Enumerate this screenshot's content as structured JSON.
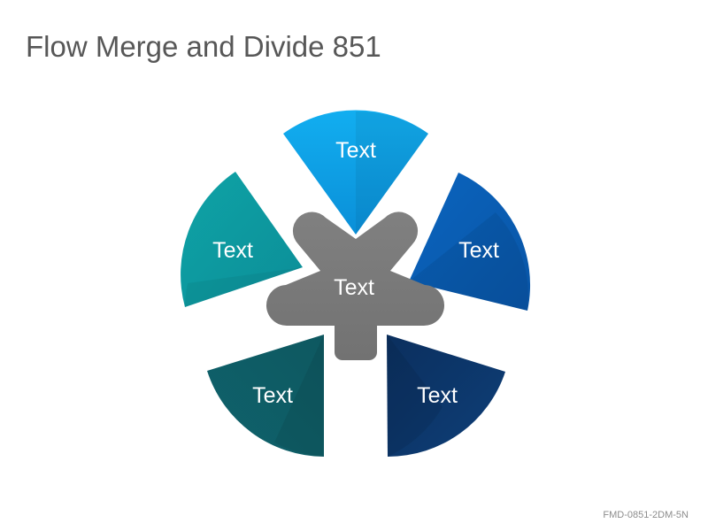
{
  "title": "Flow Merge and Divide 851",
  "footer_code": "FMD-0851-2DM-5N",
  "colors": {
    "top": "#0ea5e9",
    "right": "#0a5fb4",
    "bottom_right": "#0d3d73",
    "bottom_left": "#0f5c66",
    "left": "#0e9aa2",
    "center": "#7a7a7a"
  },
  "segments": [
    {
      "id": "top",
      "label": "Text"
    },
    {
      "id": "right",
      "label": "Text"
    },
    {
      "id": "bottom_right",
      "label": "Text"
    },
    {
      "id": "bottom_left",
      "label": "Text"
    },
    {
      "id": "left",
      "label": "Text"
    }
  ],
  "center": {
    "label": "Text"
  }
}
